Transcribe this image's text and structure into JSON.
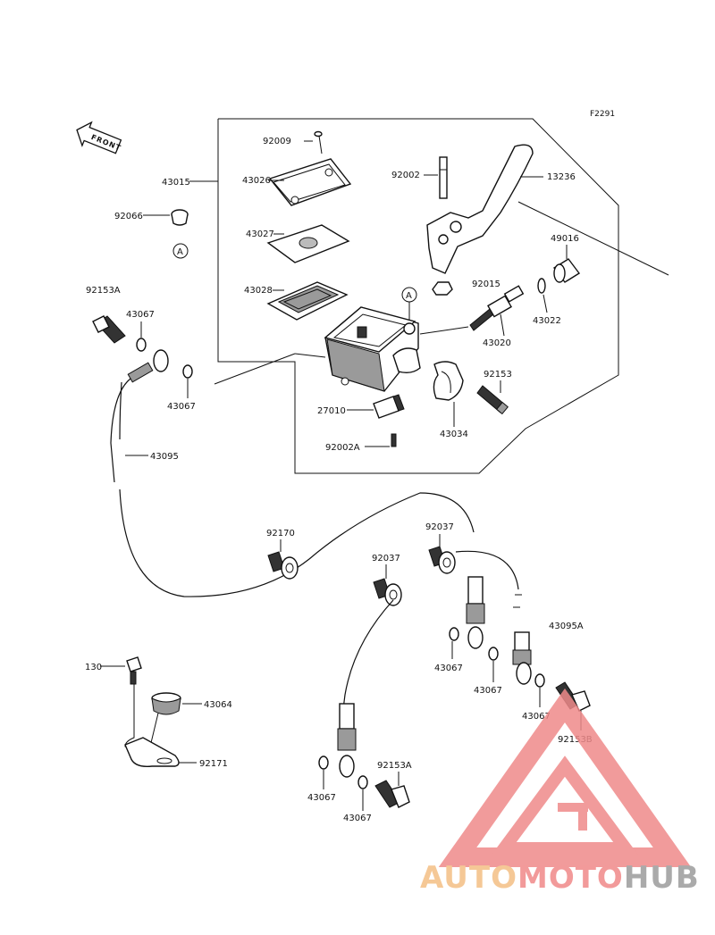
{
  "diagram_code": "F2291",
  "front_label": "FRONT",
  "ref_marker": "A",
  "parts": {
    "p92009": "92009",
    "p43015": "43015",
    "p43026": "43026",
    "p43027": "43027",
    "p43028": "43028",
    "p92066": "92066",
    "p92153A_top": "92153A",
    "p43067_a": "43067",
    "p43067_b": "43067",
    "p43095": "43095",
    "p92002": "92002",
    "p13236": "13236",
    "p49016": "49016",
    "p92015": "92015",
    "p43022": "43022",
    "p43020": "43020",
    "p92153": "92153",
    "p27010": "27010",
    "p43034": "43034",
    "p92002A": "92002A",
    "p92170": "92170",
    "p92037_a": "92037",
    "p92037_b": "92037",
    "p43095A": "43095A",
    "p43067_c": "43067",
    "p43067_d": "43067",
    "p43067_e": "43067",
    "p92153B": "92153B",
    "p130": "130",
    "p43064": "43064",
    "p92171": "92171",
    "p92153A_bot": "92153A",
    "p43067_f": "43067",
    "p43067_g": "43067"
  },
  "watermark": {
    "part1": "AUTO",
    "part2": "MOTO",
    "part3": "HUB",
    "color1": "#f5c896",
    "color2": "#f29a9a",
    "color3": "#aaaaaa"
  }
}
